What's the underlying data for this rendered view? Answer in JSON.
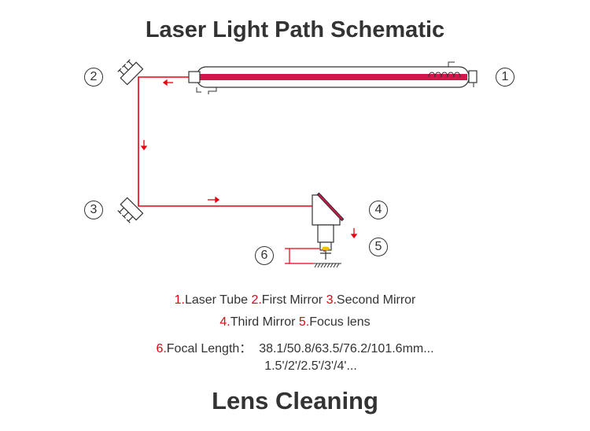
{
  "header": {
    "title": "Laser Light Path Schematic"
  },
  "footer": {
    "title": "Lens Cleaning"
  },
  "callouts": [
    "1",
    "2",
    "3",
    "4",
    "5",
    "6"
  ],
  "legend": {
    "line1": [
      {
        "num": "1.",
        "label": "Laser Tube"
      },
      {
        "num": "2.",
        "label": "First Mirror"
      },
      {
        "num": "3.",
        "label": "Second Mirror"
      }
    ],
    "line2": [
      {
        "num": "4.",
        "label": "Third Mirror"
      },
      {
        "num": "5.",
        "label": "Focus lens"
      }
    ],
    "line3": {
      "num": "6.",
      "label": "Focal Length：",
      "values_mm": "38.1/50.8/63.5/76.2/101.6mm..."
    },
    "line4": {
      "values_in": "1.5'/2'/2.5'/3'/4'..."
    }
  },
  "colors": {
    "beam": "#e60012",
    "tube": "#d4144a",
    "lens": "#f5c400",
    "text": "#333333"
  }
}
